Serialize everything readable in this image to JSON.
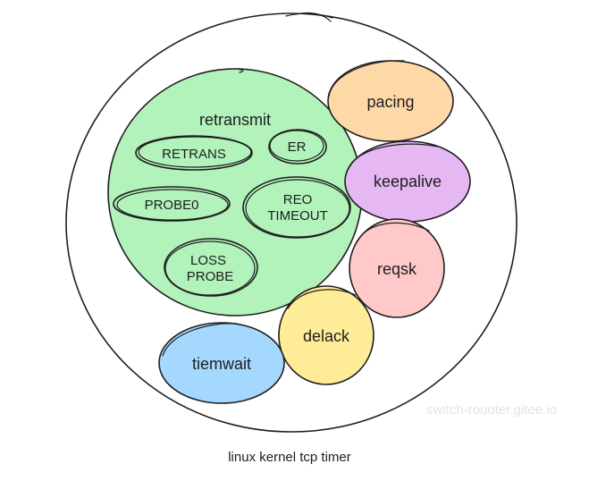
{
  "diagram": {
    "outer_label": "",
    "retransmit": {
      "label": "retransmit",
      "fill": "#b2f2bb",
      "children": {
        "retrans": "RETRANS",
        "er": "ER",
        "probe0": "PROBE0",
        "reo_timeout_line1": "REO",
        "reo_timeout_line2": "TIMEOUT",
        "loss_probe_line1": "LOSS",
        "loss_probe_line2": "PROBE"
      }
    },
    "pacing": {
      "label": "pacing",
      "fill": "#ffd8a8"
    },
    "keepalive": {
      "label": "keepalive",
      "fill": "#e5b8f4"
    },
    "reqsk": {
      "label": "reqsk",
      "fill": "#ffc9c9"
    },
    "delack": {
      "label": "delack",
      "fill": "#ffec99"
    },
    "tiemwait": {
      "label": "tiemwait",
      "fill": "#a5d8ff"
    }
  },
  "watermark": "switch-rouoter.gitee.io",
  "caption": "linux kernel tcp timer"
}
